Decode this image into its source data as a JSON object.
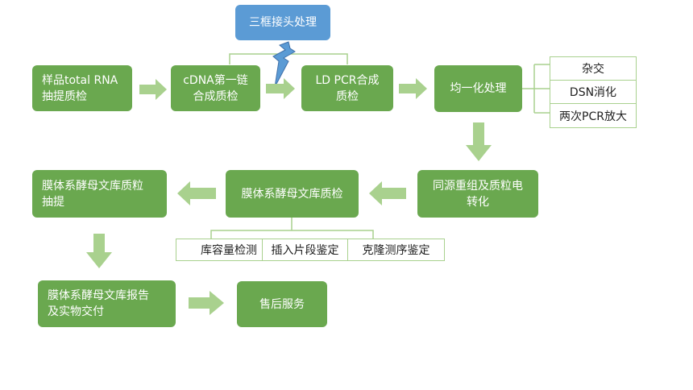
{
  "nodes": {
    "sample_rna": "样品total RNA\n抽提质检",
    "cdna": "cDNA第一链\n合成质检",
    "ld_pcr": "LD PCR合成\n质检",
    "normalization": "均一化处理",
    "triple_adapter": "三框接头处理",
    "homologous": "同源重组及质粒电\n转化",
    "lib_qc": "膜体系酵母文库质检",
    "plasmid_extract": "膜体系酵母文库质粒\n抽提",
    "report": "膜体系酵母文库报告\n及实物交付",
    "after_sales": "售后服务"
  },
  "normalization_methods": [
    "杂交",
    "DSN消化",
    "两次PCR放大"
  ],
  "qc_items": [
    "库容量检测",
    "插入片段鉴定",
    "克隆测序鉴定"
  ],
  "colors": {
    "node_green": "#6aa84f",
    "node_blue": "#5b9bd5",
    "arrow_green": "#a9d18e",
    "bolt_blue": "#5b9bd5",
    "bracket": "#a9d18e"
  }
}
